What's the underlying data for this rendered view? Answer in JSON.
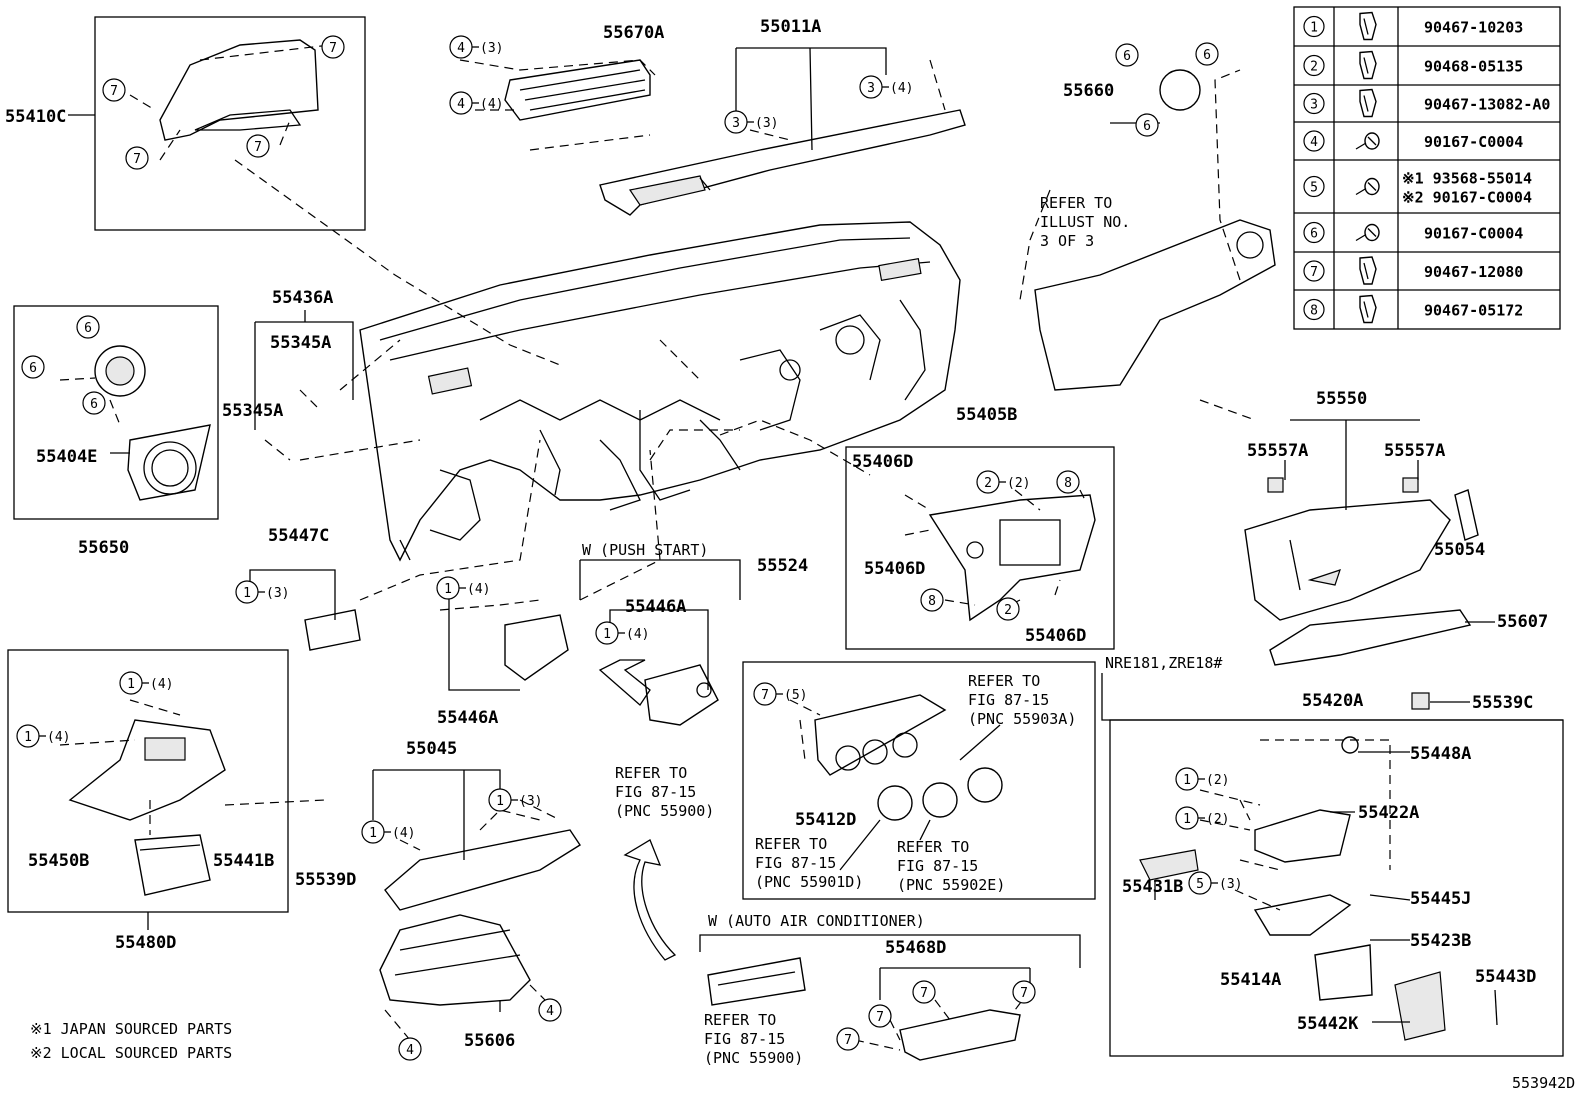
{
  "parts": [
    "55011A",
    "55670A",
    "55410C",
    "55660",
    "55436A",
    "55345A",
    "55345A",
    "55404E",
    "55650",
    "55405B",
    "55406D",
    "55406D",
    "55406D",
    "55550",
    "55557A",
    "55557A",
    "55054",
    "55607",
    "55447C",
    "55446A",
    "55446A",
    "55524",
    "55045",
    "55450B",
    "55441B",
    "55539D",
    "55480D",
    "55606",
    "55412D",
    "55420A",
    "55539C",
    "55448A",
    "55422A",
    "55431B",
    "55445J",
    "55423B",
    "55414A",
    "55443D",
    "55442K",
    "55468D"
  ],
  "callouts": [
    {
      "num": "4",
      "qty": "(3)"
    },
    {
      "num": "4",
      "qty": "(4)"
    },
    {
      "num": "3",
      "qty": "(3)"
    },
    {
      "num": "3",
      "qty": "(4)"
    },
    {
      "num": "7",
      "qty": ""
    },
    {
      "num": "7",
      "qty": ""
    },
    {
      "num": "7",
      "qty": ""
    },
    {
      "num": "7",
      "qty": ""
    },
    {
      "num": "6",
      "qty": ""
    },
    {
      "num": "6",
      "qty": ""
    },
    {
      "num": "6",
      "qty": ""
    },
    {
      "num": "6",
      "qty": ""
    },
    {
      "num": "6",
      "qty": ""
    },
    {
      "num": "6",
      "qty": ""
    },
    {
      "num": "2",
      "qty": "(2)"
    },
    {
      "num": "8",
      "qty": ""
    },
    {
      "num": "8",
      "qty": ""
    },
    {
      "num": "2",
      "qty": ""
    },
    {
      "num": "1",
      "qty": "(3)"
    },
    {
      "num": "1",
      "qty": "(4)"
    },
    {
      "num": "1",
      "qty": "(4)"
    },
    {
      "num": "1",
      "qty": "(4)"
    },
    {
      "num": "1",
      "qty": "(4)"
    },
    {
      "num": "1",
      "qty": "(4)"
    },
    {
      "num": "1",
      "qty": "(3)"
    },
    {
      "num": "4",
      "qty": ""
    },
    {
      "num": "4",
      "qty": ""
    },
    {
      "num": "7",
      "qty": "(5)"
    },
    {
      "num": "1",
      "qty": "(2)"
    },
    {
      "num": "1",
      "qty": "(2)"
    },
    {
      "num": "5",
      "qty": "(3)"
    },
    {
      "num": "7",
      "qty": ""
    },
    {
      "num": "7",
      "qty": ""
    },
    {
      "num": "7",
      "qty": ""
    },
    {
      "num": "7",
      "qty": ""
    }
  ],
  "notes": [
    {
      "lines": [
        "REFER TO",
        "ILLUST NO.",
        "3 OF 3"
      ]
    },
    {
      "lines": [
        "W (PUSH START)"
      ]
    },
    {
      "lines": [
        "REFER TO",
        "FIG 87-15",
        "(PNC 55903A)"
      ]
    },
    {
      "lines": [
        "REFER TO",
        "FIG 87-15",
        "(PNC 55900)"
      ]
    },
    {
      "lines": [
        "REFER TO",
        "FIG 87-15",
        "(PNC 55901D)"
      ]
    },
    {
      "lines": [
        "REFER TO",
        "FIG 87-15",
        "(PNC 55902E)"
      ]
    },
    {
      "lines": [
        "NRE181,ZRE18#"
      ]
    },
    {
      "lines": [
        "W (AUTO  AIR  CONDITIONER)"
      ]
    },
    {
      "lines": [
        "REFER TO",
        "FIG 87-15",
        "(PNC 55900)"
      ]
    },
    {
      "lines": [
        "※1  JAPAN  SOURCED  PARTS"
      ]
    },
    {
      "lines": [
        "※2  LOCAL  SOURCED  PARTS"
      ]
    },
    {
      "lines": [
        "553942D"
      ]
    }
  ],
  "fastener_table": [
    {
      "num": "1",
      "icon": "clip-icon",
      "part": [
        "90467-10203"
      ]
    },
    {
      "num": "2",
      "icon": "clip-icon",
      "part": [
        "90468-05135"
      ]
    },
    {
      "num": "3",
      "icon": "clip-icon",
      "part": [
        "90467-13082-A0"
      ]
    },
    {
      "num": "4",
      "icon": "screw-icon",
      "part": [
        "90167-C0004"
      ]
    },
    {
      "num": "5",
      "icon": "screw-icon",
      "part": [
        "※1 93568-55014",
        "※2 90167-C0004"
      ]
    },
    {
      "num": "6",
      "icon": "screw-icon",
      "part": [
        "90167-C0004"
      ]
    },
    {
      "num": "7",
      "icon": "clip-icon",
      "part": [
        "90467-12080"
      ]
    },
    {
      "num": "8",
      "icon": "clip-icon",
      "part": [
        "90467-05172"
      ]
    }
  ]
}
